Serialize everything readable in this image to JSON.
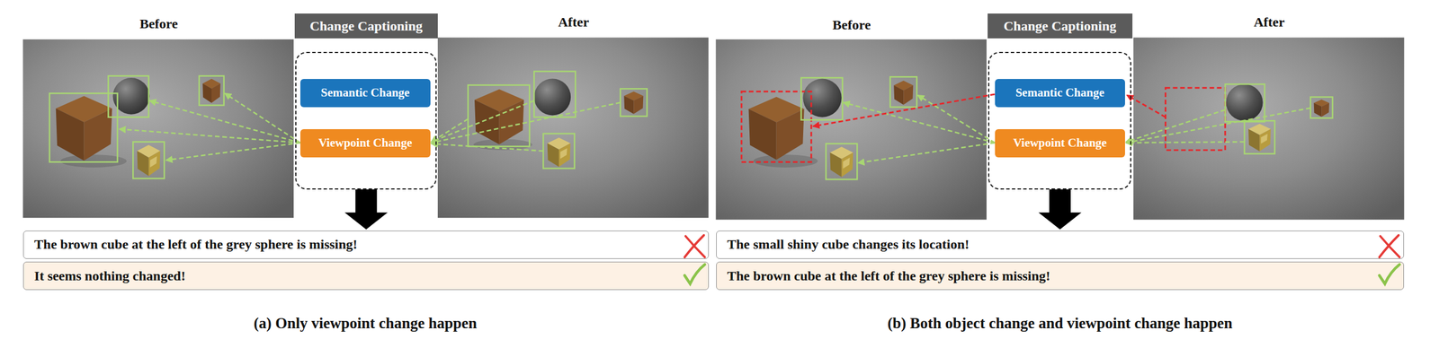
{
  "diagram": {
    "nodes": [
      {
        "text": [
          "Change Captioning"
        ]
      },
      {
        "text": [
          "Semantic Change"
        ],
        "in": 0
      },
      {
        "text": [
          "Viewpoint Change"
        ],
        "in": 0
      },
      {
        "text": [
          "The brown cube at the left of the grey sphere is missing!"
        ]
      },
      {
        "text": [
          "It seems nothing changed!"
        ]
      },
      {
        "text": [
          "Change Captioning"
        ]
      },
      {
        "text": [
          "Semantic Change"
        ],
        "in": 5
      },
      {
        "text": [
          "Viewpoint Change"
        ],
        "in": 5
      },
      {
        "text": [
          "The small shiny cube changes its location!"
        ]
      },
      {
        "text": [
          "The brown cube at the left of the grey sphere is missing!"
        ]
      }
    ],
    "edges": [
      {
        "from": 0,
        "to": 3,
        "arrow": "to"
      },
      {
        "from": 5,
        "to": 8,
        "arrow": "to"
      }
    ],
    "labels": [
      "Before",
      "After",
      "(a) Only viewpoint change happen",
      "Before",
      "After",
      "(b) Both object change and viewpoint change happen"
    ]
  }
}
